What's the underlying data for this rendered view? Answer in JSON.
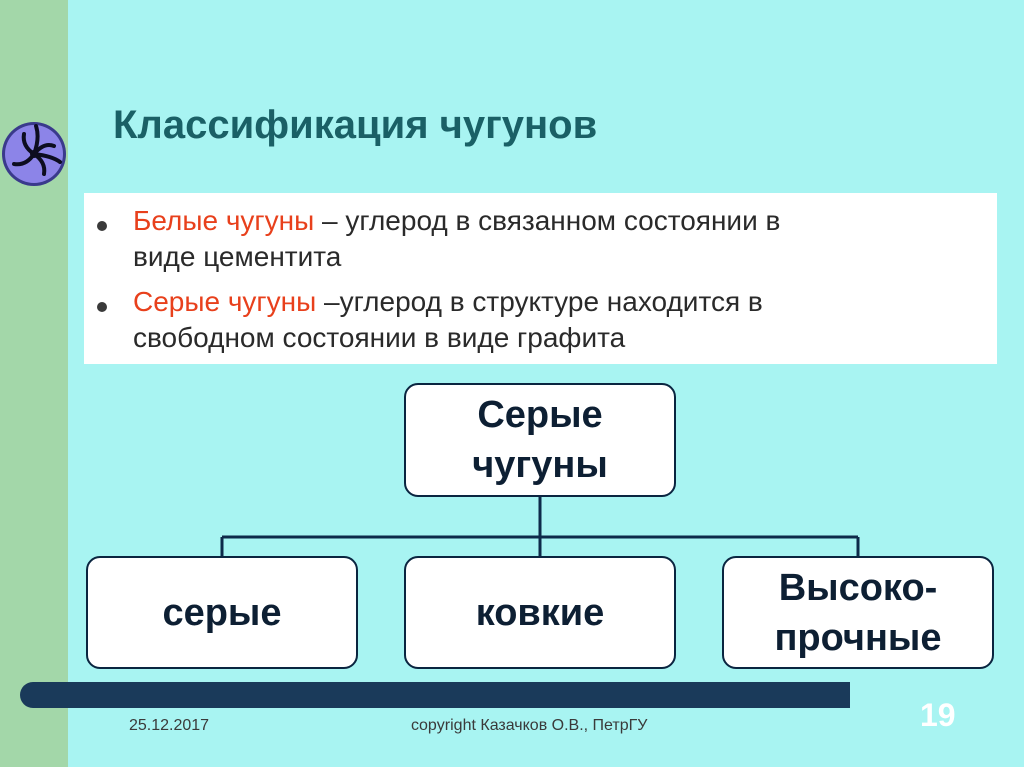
{
  "title": "Классификация чугунов",
  "bullets": [
    {
      "highlight": "Белые чугуны",
      "text": " – углерод  в связанном состоянии в",
      "cont": "виде цементита"
    },
    {
      "highlight": "Серые чугуны",
      "text": " –углерод в структуре находится в",
      "cont": "свободном состоянии в  виде графита"
    }
  ],
  "diagram": {
    "root": "Серые\nчугуны",
    "children": [
      "серые",
      "ковкие",
      "Высоко-\nпрочные"
    ]
  },
  "footer": {
    "date": "25.12.2017",
    "copyright": "copyright Казачков О.В., ПетрГУ",
    "slide_number": "19"
  },
  "colors": {
    "background": "#a8f4f2",
    "left_strip": "#a3d7a9",
    "title": "#1a6066",
    "highlight": "#e8401c",
    "node_border": "#0a2540",
    "connector": "#0d2a4a"
  }
}
